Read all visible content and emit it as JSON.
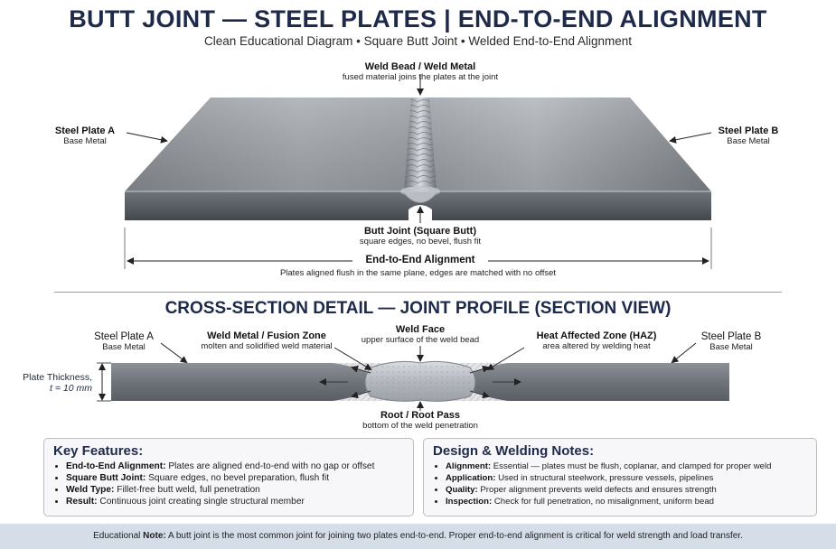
{
  "header": {
    "title": "BUTT JOINT — STEEL PLATES | END-TO-END ALIGNMENT",
    "subtitle": "Clean Educational Diagram • Square Butt Joint • Welded End-to-End Alignment"
  },
  "top_view": {
    "weld_bead": {
      "label": "Weld Bead / Weld Metal",
      "sub": "fused material joins the plates at the joint"
    },
    "plate_a": {
      "label": "Steel Plate A",
      "sub": "Base Metal"
    },
    "plate_b": {
      "label": "Steel Plate B",
      "sub": "Base Metal"
    },
    "butt_joint": {
      "label": "Butt Joint (Square Butt)",
      "sub": "square edges, no bevel, flush fit"
    },
    "alignment": {
      "label": "End-to-End Alignment",
      "sub": "Plates aligned flush in the same plane, edges are matched with no offset"
    }
  },
  "section_view": {
    "title": "CROSS-SECTION DETAIL — JOINT PROFILE (SECTION VIEW)",
    "plate_a": {
      "label": "Steel Plate A",
      "sub": "Base Metal"
    },
    "plate_b": {
      "label": "Steel Plate B",
      "sub": "Base Metal"
    },
    "fusion_zone": {
      "label": "Weld Metal / Fusion Zone",
      "sub": "molten and solidified weld material"
    },
    "weld_face": {
      "label": "Weld Face",
      "sub": "upper surface of the weld bead"
    },
    "haz": {
      "label": "Heat Affected Zone (HAZ)",
      "sub": "area altered by welding heat"
    },
    "thickness": {
      "label": "Plate Thickness,",
      "value": "t = 10 mm"
    },
    "root": {
      "label": "Root / Root Pass",
      "sub": "bottom of the weld penetration"
    }
  },
  "key_features": {
    "heading": "Key Features:",
    "items": [
      {
        "term": "End-to-End Alignment:",
        "text": "Plates are aligned end-to-end with no gap or offset"
      },
      {
        "term": "Square Butt Joint:",
        "text": "Square edges, no bevel preparation, flush fit"
      },
      {
        "term": "Weld Type:",
        "text": "Fillet-free butt weld, full penetration"
      },
      {
        "term": "Result:",
        "text": "Continuous joint creating single structural member"
      }
    ]
  },
  "design_notes": {
    "heading": "Design & Welding Notes:",
    "items": [
      {
        "term": "Alignment:",
        "text": "Essential — plates must be flush, coplanar, and clamped for proper weld"
      },
      {
        "term": "Application:",
        "text": "Used in structural steelwork, pressure vessels, pipelines"
      },
      {
        "term": "Quality:",
        "text": "Proper alignment prevents weld defects and ensures strength"
      },
      {
        "term": "Inspection:",
        "text": "Check for full penetration, no misalignment, uniform bead"
      }
    ]
  },
  "footer": {
    "prefix": "Educational",
    "bold": "Note:",
    "text": "A butt joint is the most common joint for joining two plates end-to-end. Proper end-to-end alignment is critical for weld strength and load transfer."
  }
}
